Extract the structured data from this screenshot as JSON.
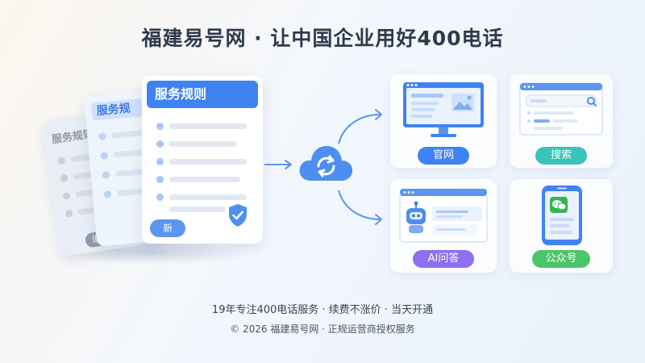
{
  "title": "福建易号网 · 让中国企业用好400电话",
  "documents": {
    "back_title": "服务规则",
    "mid_title": "服务规",
    "front_title": "服务规则",
    "old_badge": "旧",
    "new_badge": "新"
  },
  "channels": [
    {
      "label": "官网",
      "color": "#3f83f2"
    },
    {
      "label": "搜索",
      "color": "#38c4b8"
    },
    {
      "label": "AI问答",
      "color": "#8d6ff0"
    },
    {
      "label": "公众号",
      "color": "#4cc46a"
    }
  ],
  "footer": {
    "line1": "19年专注400电话服务 · 续费不涨价 · 当天开通",
    "line2": "© 2026 福建易号网 · 正规运营商授权服务"
  },
  "colors": {
    "primary": "#3f83f2",
    "cloud": "#4d8ff0",
    "wechat": "#2fb84f"
  }
}
